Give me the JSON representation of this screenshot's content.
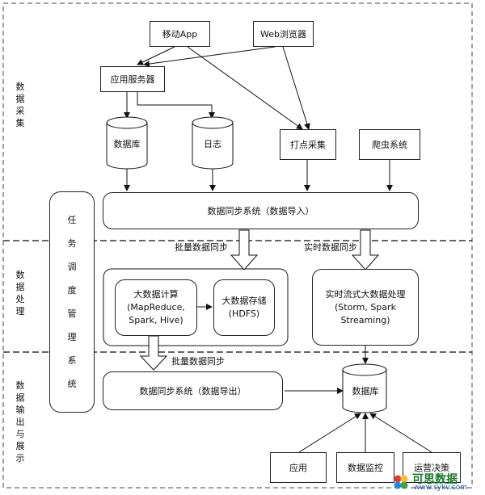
{
  "sections": {
    "collect": "数据采集",
    "process": "数据处理",
    "output": "数据输出与展示"
  },
  "scheduler": "任务调度管理系统",
  "nodes": {
    "mobile_app": "移动App",
    "web_browser": "Web浏览器",
    "app_server": "应用服务器",
    "database_top": "数据库",
    "log": "日志",
    "tracking": "打点采集",
    "crawler": "爬虫系统",
    "sync_import": "数据同步系统（数据导入）",
    "big_compute": "大数据计算\n(MapReduce,\nSpark, Hive)",
    "big_storage": "大数据存储\n(HDFS)",
    "realtime": "实时流式大数据处理\n(Storm, Spark\nStreaming)",
    "sync_export": "数据同步系统（数据导出）",
    "database_bottom": "数据库",
    "application": "应用",
    "monitor": "数据监控",
    "ops": "运营决策"
  },
  "labels": {
    "batch_sync_1": "批量数据同步",
    "realtime_sync": "实时数据同步",
    "batch_sync_2": "批量数据同步"
  },
  "watermark": {
    "name": "可思数据",
    "url": "www.sykv.com"
  }
}
